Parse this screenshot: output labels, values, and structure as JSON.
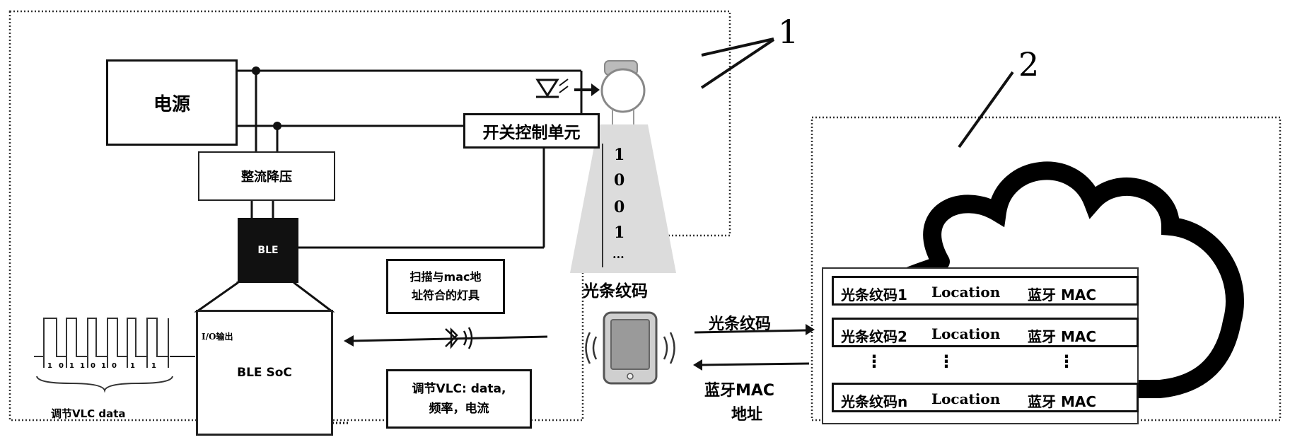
{
  "labels": {
    "region_1": "1",
    "region_2": "2"
  },
  "blocks": {
    "power": "电源",
    "rectifier": "整流降压",
    "switch_control": "开关控制单元",
    "ble": "BLE",
    "ble_soc": "BLE SoC",
    "io_output": "I/O输出"
  },
  "waveform": {
    "bits": [
      "1",
      "0",
      "1",
      "1",
      "0",
      "1",
      "0",
      "1",
      "1"
    ],
    "caption": "调节VLC data"
  },
  "light": {
    "code_bits": [
      "1",
      "0",
      "0",
      "1",
      "..."
    ],
    "caption": "光条纹码"
  },
  "notes": {
    "scan": [
      "扫描与mac地",
      "址符合的灯具"
    ],
    "adjust": [
      "调节VLC: data,",
      "频率，电流"
    ]
  },
  "links": {
    "uplink": "光条纹码",
    "downlink": [
      "蓝牙MAC",
      "地址"
    ]
  },
  "cloud_table": {
    "rows": [
      {
        "code": "光条纹码1",
        "location": "Location",
        "mac": "蓝牙 MAC"
      },
      {
        "code": "光条纹码2",
        "location": "Location",
        "mac": "蓝牙 MAC"
      },
      {
        "code": "光条纹码n",
        "location": "Location",
        "mac": "蓝牙 MAC"
      }
    ],
    "ellipsis": "⋮"
  },
  "icons": {
    "led": "led-icon",
    "lamp": "lamp-icon",
    "bluetooth": "bluetooth-icon",
    "phone": "smartphone-icon",
    "cloud": "cloud-icon"
  }
}
